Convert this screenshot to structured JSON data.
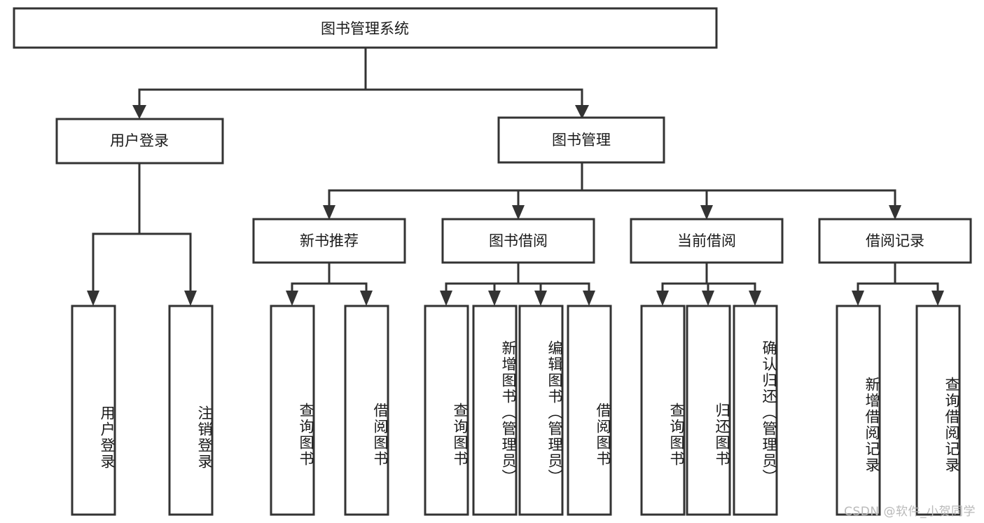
{
  "diagram": {
    "type": "tree-hierarchy",
    "title": "图书管理系统",
    "orientation": "top-down",
    "colors": {
      "box_stroke": "#333333",
      "box_fill": "#ffffff",
      "text": "#1a1a1a",
      "background": "#ffffff",
      "watermark": "#b9b9b9"
    },
    "nodes": {
      "root": {
        "label": "图书管理系统"
      },
      "level1": [
        {
          "id": "user-login",
          "label": "用户登录"
        },
        {
          "id": "book-manage",
          "label": "图书管理"
        }
      ],
      "level2": [
        {
          "id": "new-book-recommend",
          "label": "新书推荐"
        },
        {
          "id": "book-borrow",
          "label": "图书借阅"
        },
        {
          "id": "current-borrow",
          "label": "当前借阅"
        },
        {
          "id": "borrow-record",
          "label": "借阅记录"
        }
      ],
      "leaves": {
        "user-login": [
          {
            "id": "leaf-user-login",
            "label": "用户登录"
          },
          {
            "id": "leaf-logout-login",
            "label": "注销登录"
          }
        ],
        "new-book-recommend": [
          {
            "id": "leaf-query-book-1",
            "label": "查询图书"
          },
          {
            "id": "leaf-borrow-book-1",
            "label": "借阅图书"
          }
        ],
        "book-borrow": [
          {
            "id": "leaf-query-book-2",
            "label": "查询图书"
          },
          {
            "id": "leaf-add-book",
            "label": "新增图书（管理员）"
          },
          {
            "id": "leaf-edit-book",
            "label": "编辑图书（管理员）"
          },
          {
            "id": "leaf-borrow-book-2",
            "label": "借阅图书"
          }
        ],
        "current-borrow": [
          {
            "id": "leaf-query-book-3",
            "label": "查询图书"
          },
          {
            "id": "leaf-return-book",
            "label": "归还图书"
          },
          {
            "id": "leaf-confirm-return",
            "label": "确认归还（管理员）"
          }
        ],
        "borrow-record": [
          {
            "id": "leaf-add-record",
            "label": "新增借阅记录"
          },
          {
            "id": "leaf-query-record",
            "label": "查询借阅记录"
          }
        ]
      }
    },
    "watermark": "CSDN @软件_小贺同学"
  }
}
